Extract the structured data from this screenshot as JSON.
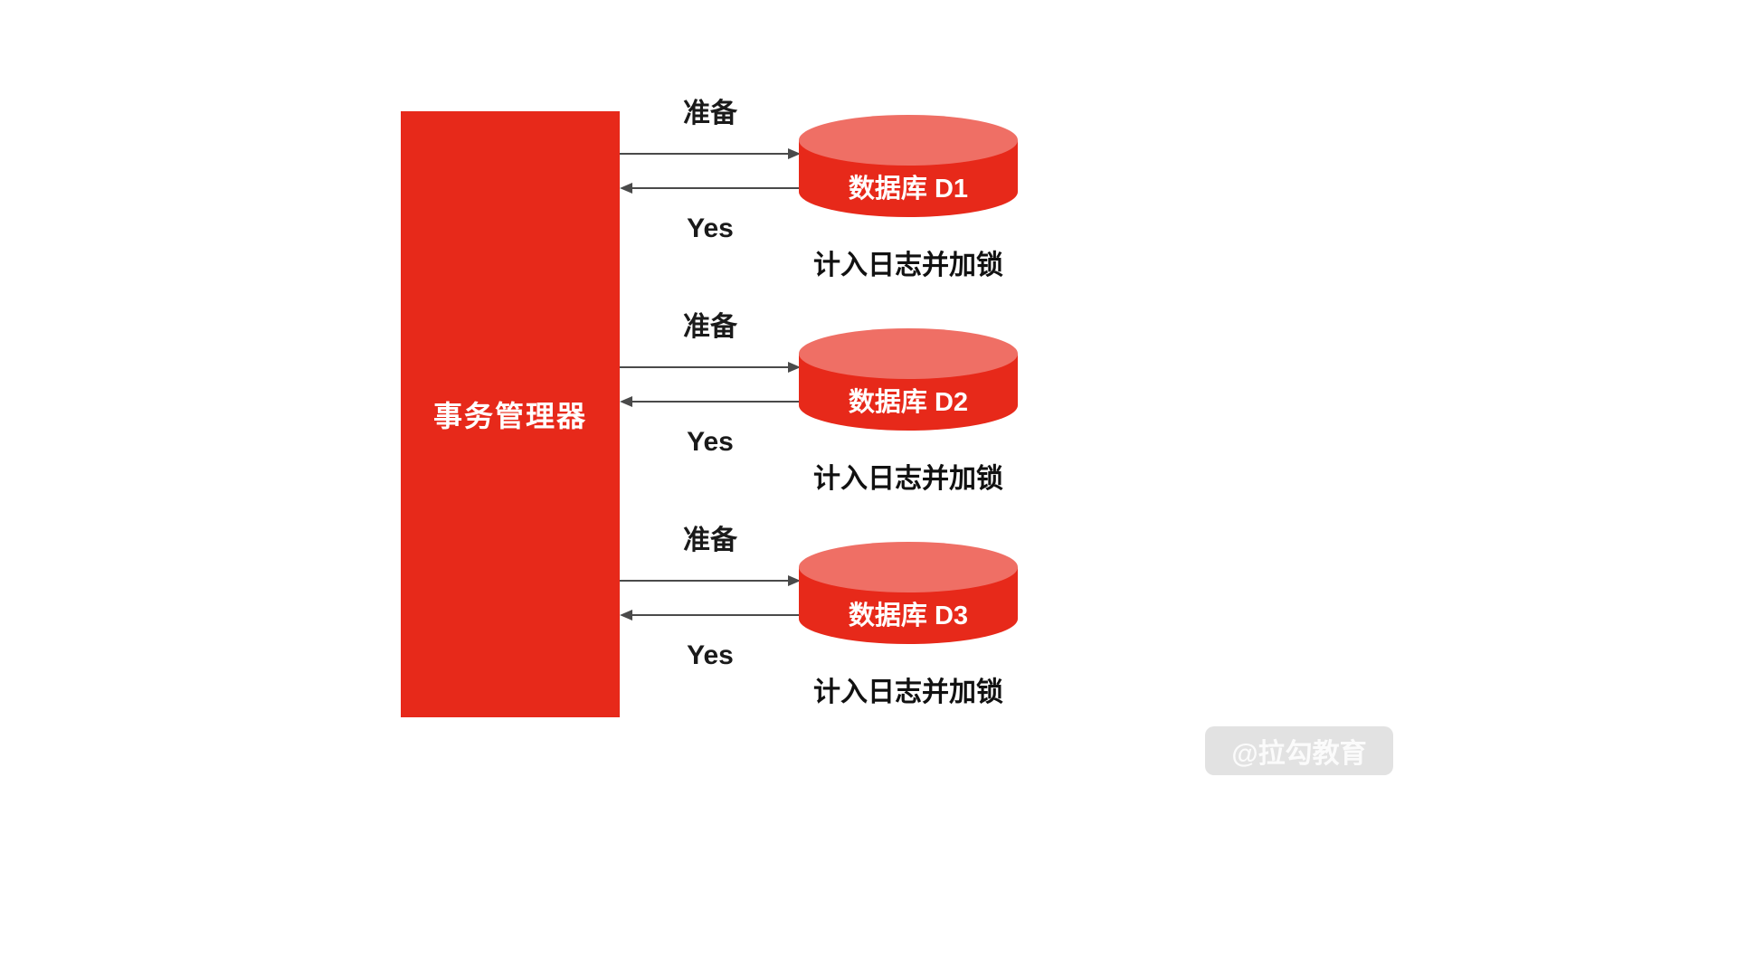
{
  "diagram": {
    "manager_label": "事务管理器",
    "flows": [
      {
        "prepare_label": "准备",
        "reply_label": "Yes",
        "db_label": "数据库 D1",
        "note": "计入日志并加锁"
      },
      {
        "prepare_label": "准备",
        "reply_label": "Yes",
        "db_label": "数据库 D2",
        "note": "计入日志并加锁"
      },
      {
        "prepare_label": "准备",
        "reply_label": "Yes",
        "db_label": "数据库 D3",
        "note": "计入日志并加锁"
      }
    ],
    "watermark": "@拉勾教育",
    "colors": {
      "red": "#E7291A",
      "red_light": "#EF6F65",
      "arrow": "#4A4A4A"
    }
  }
}
